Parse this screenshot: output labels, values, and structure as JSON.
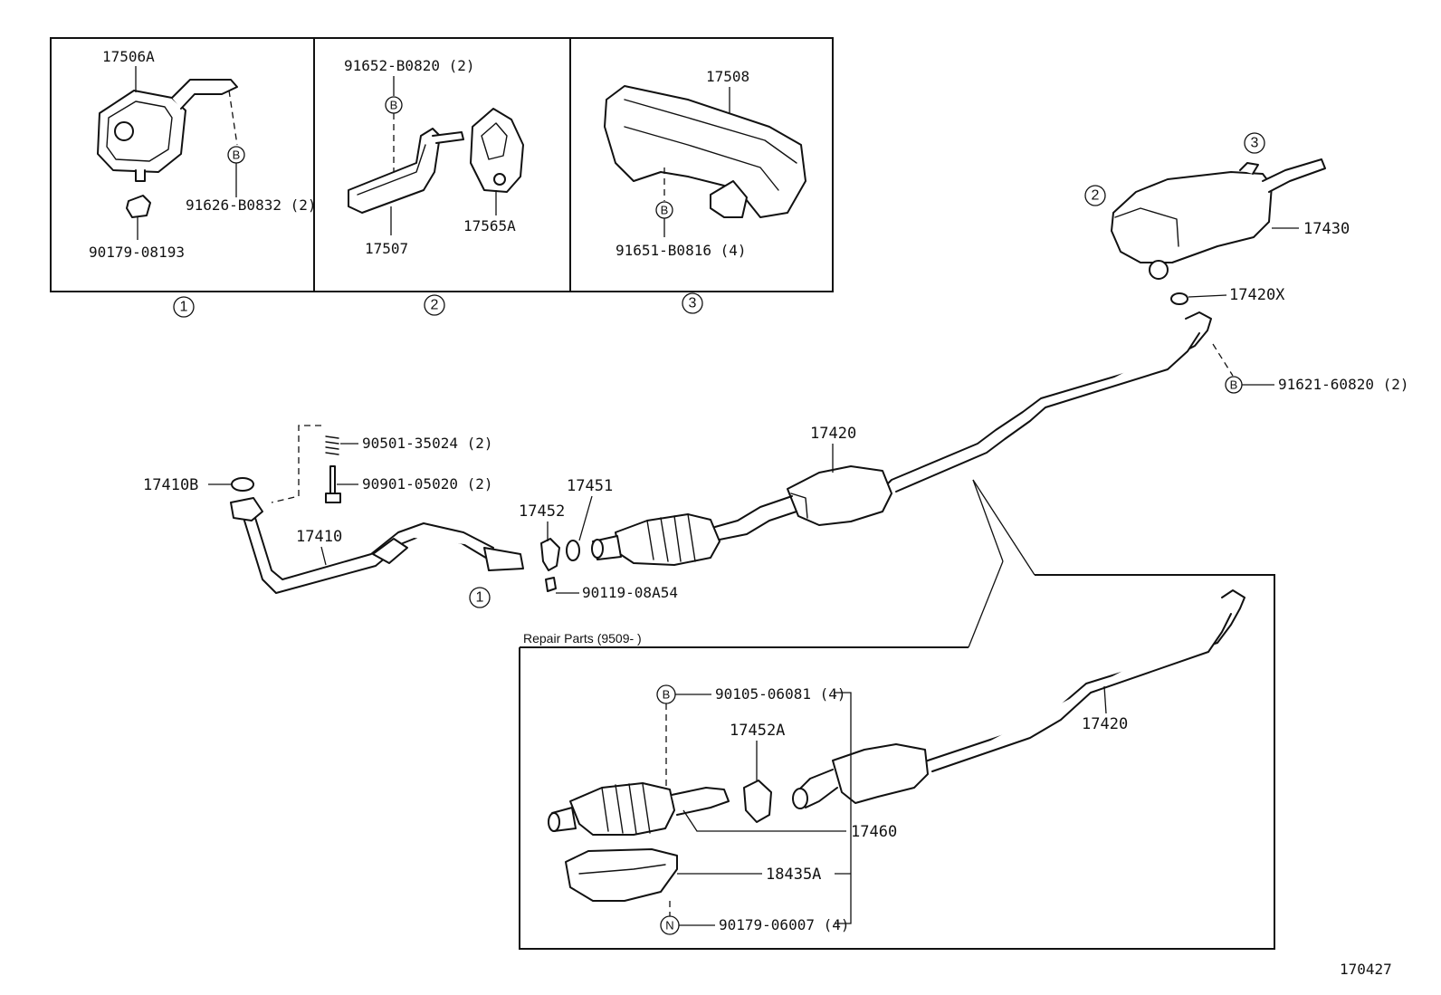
{
  "diagram_id": "170427",
  "repair_parts_title": "Repair Parts (9509-       )",
  "callout_letters": {
    "b": "B",
    "n": "N"
  },
  "insets": [
    {
      "number": "1",
      "labels": [
        "17506A",
        "91626-B0832 (2)",
        "90179-08193"
      ]
    },
    {
      "number": "2",
      "labels": [
        "91652-B0820 (2)",
        "17507",
        "17565A"
      ]
    },
    {
      "number": "3",
      "labels": [
        "17508",
        "91651-B0816 (4)"
      ]
    }
  ],
  "main_labels": {
    "muffler_circle_3": "3",
    "muffler_circle_2": "2",
    "muffler": "17430",
    "gasket_17420x": "17420X",
    "bolt_91621": "91621-60820 (2)",
    "spring_90501": "90501-35024 (2)",
    "bolt_90901": "90901-05020 (2)",
    "gasket_17410b": "17410B",
    "front_pipe": "17410",
    "front_pipe_circle": "1",
    "clamp_17452": "17452",
    "gasket_17451": "17451",
    "bolt_90119": "90119-08A54",
    "center_pipe": "17420"
  },
  "repair_labels": {
    "bolt_90105": "90105-06081 (4)",
    "clamp_17452a": "17452A",
    "center_pipe": "17420",
    "converter_17460": "17460",
    "insulator_18435a": "18435A",
    "nut_90179": "90179-06007 (4)"
  }
}
